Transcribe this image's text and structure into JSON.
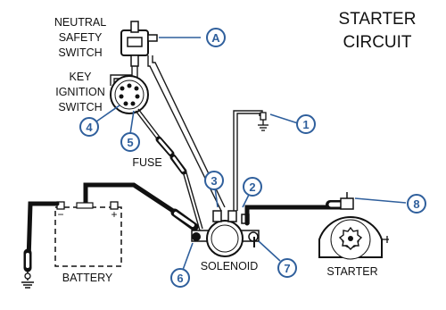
{
  "title": {
    "line1": "STARTER",
    "line2": "CIRCUIT"
  },
  "labels": {
    "neutral_switch": [
      "NEUTRAL",
      "SAFETY",
      "SWITCH"
    ],
    "key_switch": [
      "KEY",
      "IGNITION",
      "SWITCH"
    ],
    "fuse": "FUSE",
    "solenoid": "SOLENOID",
    "battery": "BATTERY",
    "starter": "STARTER",
    "battery_minus": "−",
    "battery_plus": "+"
  },
  "callouts": {
    "a": "A",
    "n1": "1",
    "n2": "2",
    "n3": "3",
    "n4": "4",
    "n5": "5",
    "n6": "6",
    "n7": "7",
    "n8": "8"
  },
  "colors": {
    "callout": "#2f5f9c",
    "wire": "#111111"
  }
}
